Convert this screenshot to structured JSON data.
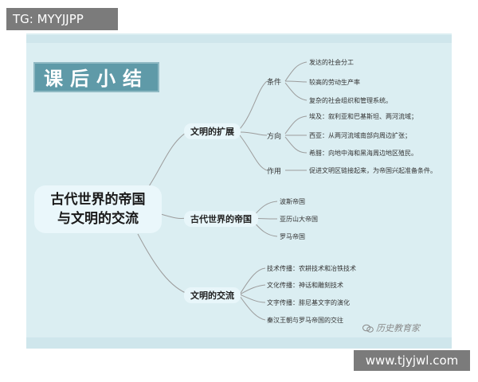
{
  "watermark_top": "TG: MYYJJPP",
  "watermark_bottom": "www.tjyjwl.com",
  "title": "课后小结",
  "center": {
    "line1": "古代世界的帝国",
    "line2": "与文明的交流"
  },
  "branches": [
    {
      "label": "文明的扩展",
      "groups": [
        {
          "label": "条件",
          "items": [
            "发达的社会分工",
            "较高的劳动生产率",
            "复杂的社会组织和管理系统。"
          ]
        },
        {
          "label": "方向",
          "items": [
            "埃及：叙利亚和巴基斯坦、两河流域；",
            "西亚：从两河流域南部向周边扩张；",
            "希腊：向地中海和黑海周边地区殖民。"
          ]
        },
        {
          "label": "作用",
          "items": [
            "促进文明区链接起来，为帝国兴起准备条件。"
          ]
        }
      ]
    },
    {
      "label": "古代世界的帝国",
      "items": [
        "波斯帝国",
        "亚历山大帝国",
        "罗马帝国"
      ]
    },
    {
      "label": "文明的交流",
      "items": [
        "技术传播：农耕技术和冶铁技术",
        "文化传播：神话和雕刻技术",
        "文字传播：腓尼基文字的演化",
        "秦汉王朝与罗马帝国的交往"
      ]
    }
  ],
  "logo_text": "历史教育家",
  "colors": {
    "panel": "#dbeef2",
    "title_box": "#5f9aa8",
    "line": "#9c9c9c"
  }
}
